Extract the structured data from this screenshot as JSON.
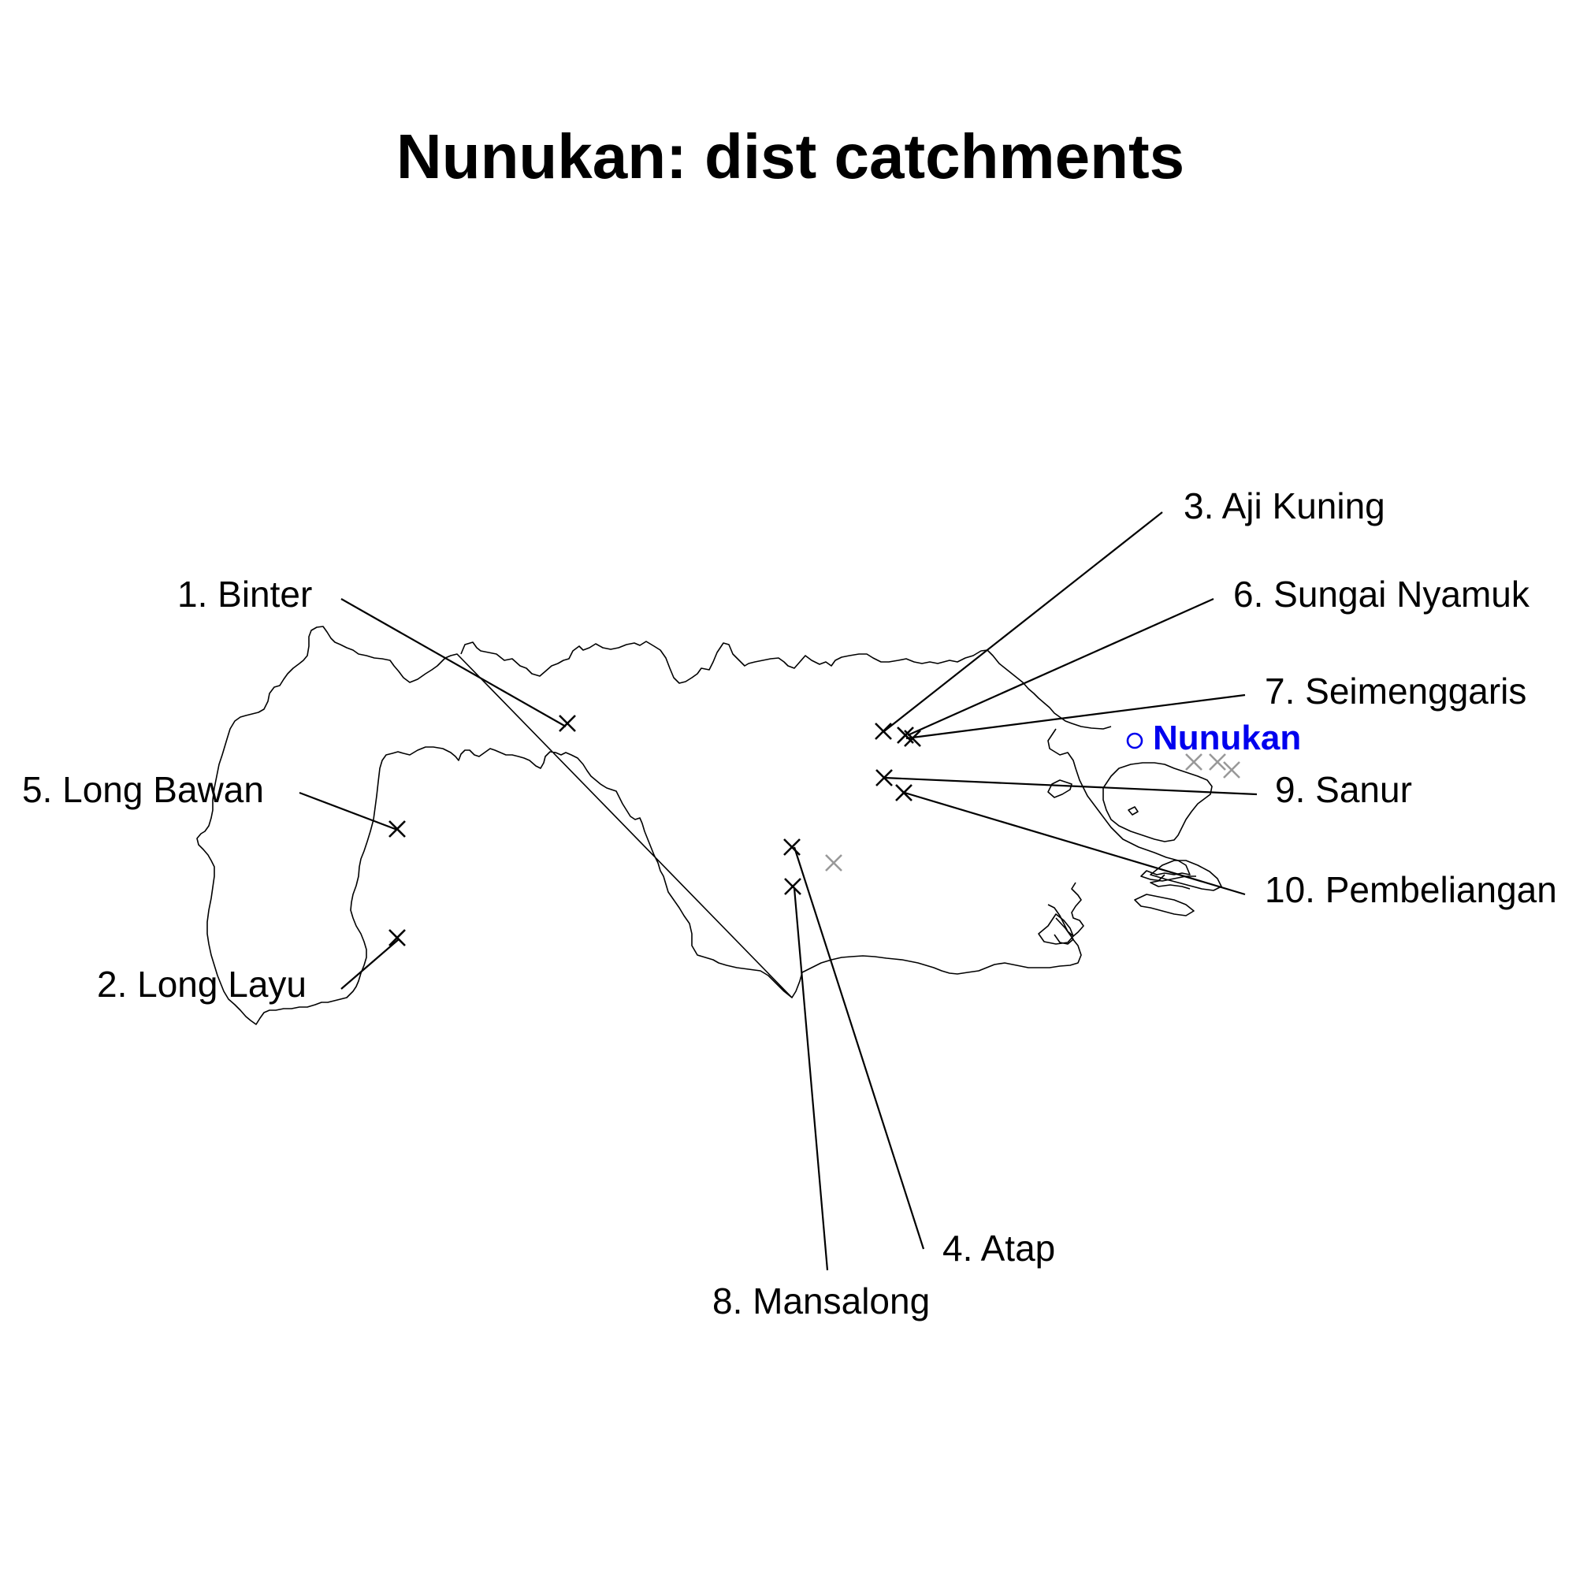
{
  "title": "Nunukan: dist catchments",
  "colors": {
    "background": "#ffffff",
    "ink": "#000000",
    "minor_site": "#999999",
    "town": "#0000ee"
  },
  "town": {
    "name": "Nunukan",
    "symbol": "open-circle-icon"
  },
  "sites": [
    {
      "id": "site-1",
      "label": "1. Binter"
    },
    {
      "id": "site-2",
      "label": "2. Long Layu"
    },
    {
      "id": "site-3",
      "label": "3. Aji Kuning"
    },
    {
      "id": "site-4",
      "label": "4. Atap"
    },
    {
      "id": "site-5",
      "label": "5. Long Bawan"
    },
    {
      "id": "site-6",
      "label": "6. Sungai Nyamuk"
    },
    {
      "id": "site-7",
      "label": "7. Seimenggaris"
    },
    {
      "id": "site-8",
      "label": "8. Mansalong"
    },
    {
      "id": "site-9",
      "label": "9. Sanur"
    },
    {
      "id": "site-10",
      "label": "10. Pembeliangan"
    }
  ],
  "marker_icon": "cross-icon"
}
